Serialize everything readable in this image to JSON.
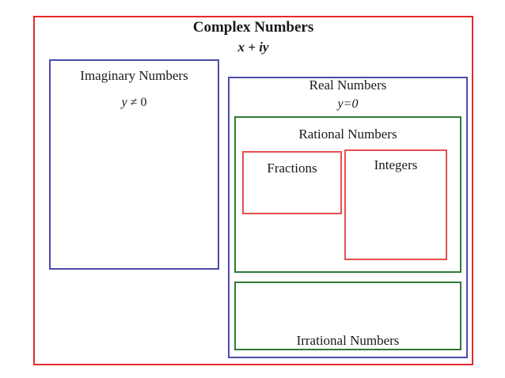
{
  "diagram": {
    "type": "nested-set-venn",
    "title": "Complex Numbers",
    "title_formula": "x + iy",
    "colors": {
      "complex_border": "#e5292b",
      "imaginary_border": "#4c4cac",
      "real_border": "#4c4cac",
      "rational_border": "#2d7a36",
      "irrational_border": "#2d7a36",
      "fractions_border": "#e5504f",
      "integers_border": "#e5504f",
      "background": "#ffffff",
      "text": "#1a1a1a"
    },
    "sets": {
      "complex": {
        "label": "Complex Numbers",
        "formula": "x + iy"
      },
      "imaginary": {
        "label": "Imaginary Numbers",
        "condition_var": "y",
        "condition_rest": " ≠ 0",
        "condition_full": "y ≠ 0"
      },
      "real": {
        "label": "Real Numbers",
        "condition": "y=0"
      },
      "rational": {
        "label": "Rational Numbers"
      },
      "fractions": {
        "label": "Fractions"
      },
      "integers": {
        "label": "Integers"
      },
      "irrational": {
        "label": "Irrational Numbers"
      }
    }
  }
}
